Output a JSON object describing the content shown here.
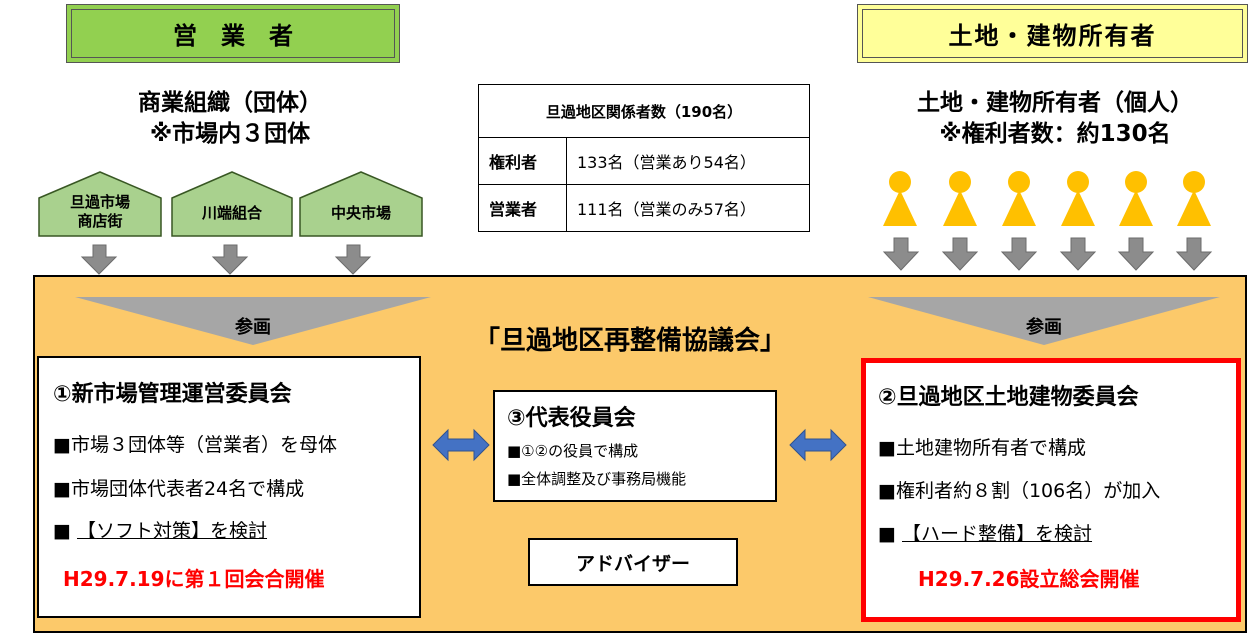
{
  "left_header": "営　業　者",
  "right_header": "土地・建物所有者",
  "left_group": {
    "line1": "商業組織（団体）",
    "line2": "※市場内３団体"
  },
  "right_group": {
    "line1": "土地・建物所有者（個人）",
    "line2": "※権利者数：約130名"
  },
  "houses": [
    {
      "label": "旦過市場\n商店街"
    },
    {
      "label": "川端組合"
    },
    {
      "label": "中央市場"
    }
  ],
  "table": {
    "title": "旦過地区関係者数（190名）",
    "rows": [
      {
        "label": "権利者",
        "value": "133名（営業あり54名）"
      },
      {
        "label": "営業者",
        "value": "111名（営業のみ57名）"
      }
    ]
  },
  "council_title": "「旦過地区再整備協議会」",
  "join_left": "参画",
  "join_right": "参画",
  "box1": {
    "title": "①新市場管理運営委員会",
    "line1": "■市場３団体等（営業者）を母体",
    "line2": "■市場団体代表者24名で構成",
    "line3_prefix": "■",
    "line3_main": "【ソフト対策】を検討",
    "note": "H29.7.19に第１回会合開催"
  },
  "box2": {
    "title": "②旦過地区土地建物委員会",
    "line1": "■土地建物所有者で構成",
    "line2": "■権利者約８割（106名）が加入",
    "line3_prefix": "■",
    "line3_main": "【ハード整備】を検討",
    "note": "H29.7.26設立総会開催"
  },
  "box3": {
    "title": "③代表役員会",
    "line1": "■①②の役員で構成",
    "line2": "■全体調整及び事務局機能"
  },
  "advisor": "アドバイザー",
  "colors": {
    "left_header_bg": "#92d050",
    "right_header_bg": "#ffff99",
    "council_bg": "#fcc96a",
    "house_green": "#a9d18e",
    "person_yellow": "#ffc000",
    "accent_red": "#ff0000",
    "double_arrow_blue": "#4472c4"
  }
}
